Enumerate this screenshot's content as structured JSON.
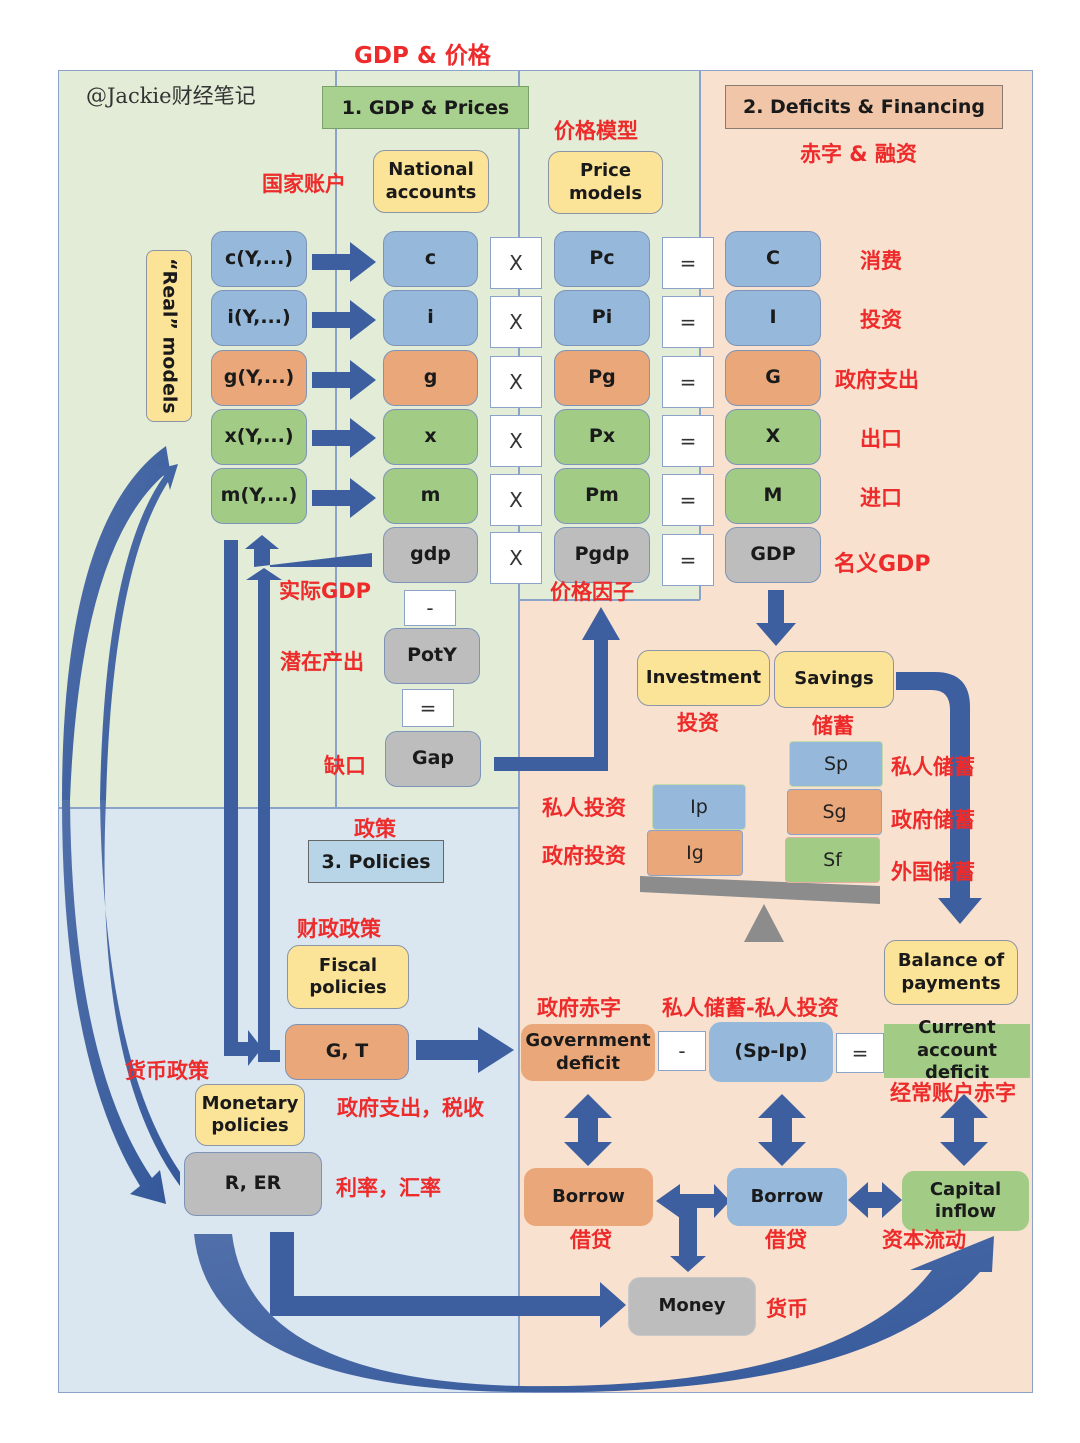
{
  "watermark": "@Jackie财经笔记",
  "colors": {
    "arrow": "#3d5fa0",
    "annotation": "#ee2b2b",
    "panel_green": "#e2ecd6",
    "panel_peach": "#f9e1cf",
    "panel_blue": "#dae6f0",
    "box_blue": "#96b8da",
    "box_orange": "#eaa77a",
    "box_green": "#a2cc86",
    "box_gray": "#bdbdbd",
    "box_yellow": "#fbe398"
  },
  "top_annotation": "GDP & 价格",
  "sections": {
    "gdp_prices": {
      "title": "1. GDP & Prices"
    },
    "deficits": {
      "title": "2. Deficits & Financing",
      "annotation": "赤字 & 融资"
    },
    "policies": {
      "title": "3. Policies",
      "annotation": "政策"
    }
  },
  "real_models": {
    "label": "“Real” models"
  },
  "national_accounts": {
    "label_line1": "National",
    "label_line2": "accounts",
    "annotation": "国家账户"
  },
  "price_models": {
    "label_line1": "Price",
    "label_line2": "models",
    "annotation": "价格模型"
  },
  "equation_rows": [
    {
      "func": "c(Y,...)",
      "real": "c",
      "times": "X",
      "price": "Pc",
      "eq": "=",
      "nominal": "C",
      "annotation": "消费",
      "color": "blue"
    },
    {
      "func": "i(Y,...)",
      "real": "i",
      "times": "X",
      "price": "Pi",
      "eq": "=",
      "nominal": "I",
      "annotation": "投资",
      "color": "blue"
    },
    {
      "func": "g(Y,...)",
      "real": "g",
      "times": "X",
      "price": "Pg",
      "eq": "=",
      "nominal": "G",
      "annotation": "政府支出",
      "color": "orange"
    },
    {
      "func": "x(Y,...)",
      "real": "x",
      "times": "X",
      "price": "Px",
      "eq": "=",
      "nominal": "X",
      "annotation": "出口",
      "color": "green"
    },
    {
      "func": "m(Y,...)",
      "real": "m",
      "times": "X",
      "price": "Pm",
      "eq": "=",
      "nominal": "M",
      "annotation": "进口",
      "color": "green"
    }
  ],
  "gdp_row": {
    "real": "gdp",
    "times": "X",
    "price": "Pgdp",
    "eq": "=",
    "nominal": "GDP",
    "real_annotation": "实际GDP",
    "price_annotation": "价格因子",
    "nominal_annotation": "名义GDP"
  },
  "gap_calc": {
    "minus": "-",
    "poty": "PotY",
    "poty_annotation": "潜在产出",
    "equals": "=",
    "gap": "Gap",
    "gap_annotation": "缺口"
  },
  "investment_savings": {
    "investment": "Investment",
    "investment_annotation": "投资",
    "savings": "Savings",
    "savings_annotation": "储蓄",
    "left_blocks": [
      {
        "label": "Ip",
        "annotation": "私人投资"
      },
      {
        "label": "Ig",
        "annotation": "政府投资"
      }
    ],
    "right_blocks": [
      {
        "label": "Sp",
        "annotation": "私人储蓄"
      },
      {
        "label": "Sg",
        "annotation": "政府储蓄"
      },
      {
        "label": "Sf",
        "annotation": "外国储蓄"
      }
    ]
  },
  "balance_of_payments": {
    "line1": "Balance of",
    "line2": "payments"
  },
  "deficit_equation": {
    "gov_deficit_line1": "Government",
    "gov_deficit_line2": "deficit",
    "gov_deficit_annotation": "政府赤字",
    "minus": "-",
    "sp_ip": "(Sp-Ip)",
    "sp_ip_annotation": "私人储蓄-私人投资",
    "equals": "=",
    "cad_line1": "Current",
    "cad_line2": "account deficit",
    "cad_annotation": "经常账户赤字"
  },
  "financing": {
    "borrow_gov": "Borrow",
    "borrow_gov_annotation": "借贷",
    "borrow_private": "Borrow",
    "borrow_private_annotation": "借贷",
    "capital_line1": "Capital",
    "capital_line2": "inflow",
    "capital_annotation": "资本流动",
    "money": "Money",
    "money_annotation": "货币"
  },
  "policies": {
    "fiscal_line1": "Fiscal",
    "fiscal_line2": "policies",
    "fiscal_annotation": "财政政策",
    "gt": "G, T",
    "gt_annotation": "政府支出，税收",
    "monetary_line1": "Monetary",
    "monetary_line2": "policies",
    "monetary_annotation": "货币政策",
    "rer": "R, ER",
    "rer_annotation": "利率，汇率"
  }
}
